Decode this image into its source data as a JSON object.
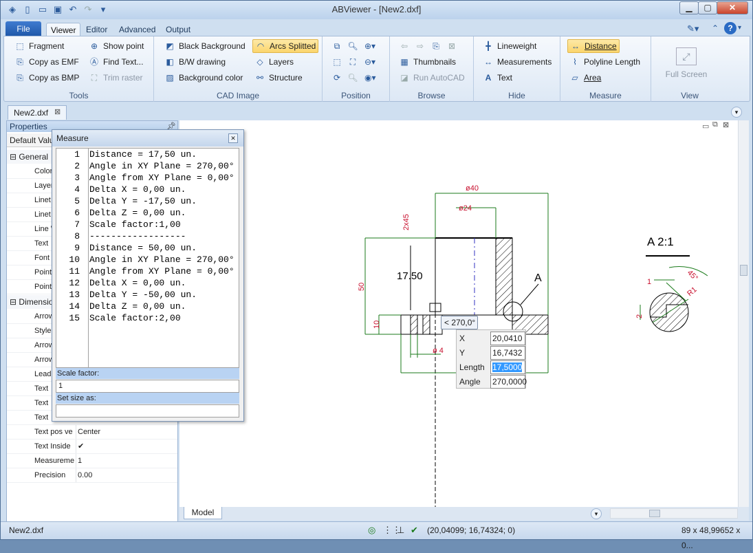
{
  "window": {
    "title": "ABViewer - [New2.dxf]"
  },
  "ribbon_tabs": [
    "File",
    "Viewer",
    "Editor",
    "Advanced",
    "Output"
  ],
  "active_tab": "Viewer",
  "groups": {
    "tools": {
      "label": "Tools",
      "items": [
        "Fragment",
        "Copy as EMF",
        "Copy as BMP",
        "Show point",
        "Find Text...",
        "Trim raster"
      ]
    },
    "cad_image": {
      "label": "CAD Image",
      "items": [
        "Black Background",
        "B/W drawing",
        "Background color",
        "Arcs Splitted",
        "Layers",
        "Structure"
      ]
    },
    "position": {
      "label": "Position"
    },
    "browse": {
      "label": "Browse",
      "items": [
        "Thumbnails",
        "Run AutoCAD"
      ]
    },
    "hide": {
      "label": "Hide",
      "items": [
        "Lineweight",
        "Measurements",
        "Text"
      ]
    },
    "measure": {
      "label": "Measure",
      "items": [
        "Distance",
        "Polyline Length",
        "Area"
      ]
    },
    "view": {
      "label": "View",
      "items": [
        "Full Screen"
      ]
    }
  },
  "doc_tab": "New2.dxf",
  "properties": {
    "title": "Properties",
    "selector": "Default Valu",
    "sections": {
      "general": "General",
      "dimension": "Dimension"
    },
    "general_rows": [
      "Color",
      "Layer",
      "Linet",
      "Linet",
      "Line W",
      "Text",
      "Font",
      "Point",
      "Point"
    ],
    "dimension_rows": [
      "Arrow",
      "Style",
      "Arrow",
      "Arrow",
      "Leade",
      "Text",
      "Text",
      "Text"
    ],
    "extra_rows": [
      {
        "k": "Text pos ve",
        "v": "Center"
      },
      {
        "k": "Text Inside",
        "v": "✔"
      },
      {
        "k": "Measuremer",
        "v": "1"
      },
      {
        "k": "Precision",
        "v": "0.00"
      }
    ]
  },
  "measure": {
    "title": "Measure",
    "lines": [
      {
        "n": "1",
        "t": "Distance = 17,50 un."
      },
      {
        "n": "2",
        "t": "Angle in XY Plane = 270,00°"
      },
      {
        "n": "3",
        "t": "Angle from XY Plane = 0,00°"
      },
      {
        "n": "4",
        "t": "Delta X = 0,00 un."
      },
      {
        "n": "5",
        "t": "Delta Y = -17,50 un."
      },
      {
        "n": "6",
        "t": "Delta Z = 0,00 un."
      },
      {
        "n": "7",
        "t": "Scale factor:1,00"
      },
      {
        "n": "8",
        "t": "------------------"
      },
      {
        "n": "9",
        "t": "Distance = 50,00 un."
      },
      {
        "n": "10",
        "t": "Angle in XY Plane = 270,00°"
      },
      {
        "n": "11",
        "t": "Angle from XY Plane = 0,00°"
      },
      {
        "n": "12",
        "t": "Delta X = 0,00 un."
      },
      {
        "n": "13",
        "t": "Delta Y = -50,00 un."
      },
      {
        "n": "14",
        "t": "Delta Z = 0,00 un."
      },
      {
        "n": "15",
        "t": "Scale factor:2,00"
      }
    ],
    "scale_label": "Scale factor:",
    "scale_value": "1",
    "size_label": "Set size as:",
    "size_value": ""
  },
  "drawing": {
    "dims": [
      "ø40",
      "ø24",
      "2x45",
      "50",
      "10",
      "ø 4",
      "17.50",
      "A",
      "A  2:1",
      "1",
      "2",
      "45°",
      "R1"
    ]
  },
  "point_info": {
    "angle_tip": "< 270,0°",
    "labels": [
      "X",
      "Y",
      "Length",
      "Angle"
    ],
    "values": [
      "20,0410",
      "16,7432",
      "17,5000",
      "270,0000"
    ]
  },
  "model_tab": "Model",
  "status": {
    "file": "New2.dxf",
    "coords": "(20,04099; 16,74324; 0)",
    "size": "89 x 48,99652 x 0..."
  }
}
